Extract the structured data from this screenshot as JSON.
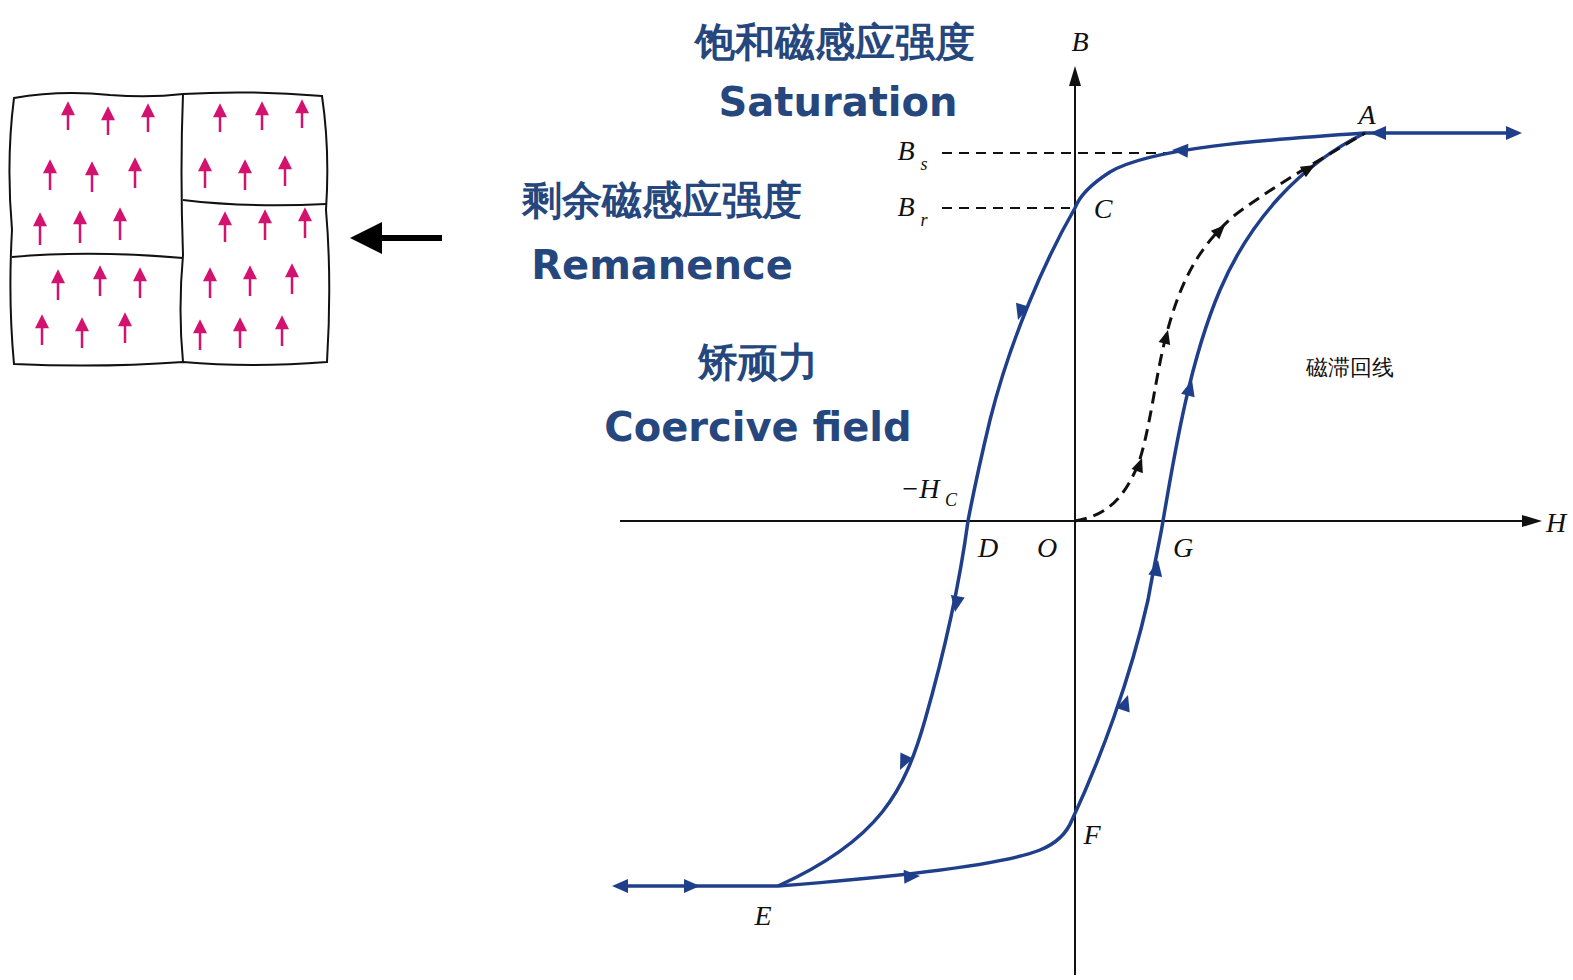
{
  "diagram": {
    "labels": [
      "饱和磁感应强度",
      "Saturation",
      "剩余磁感应强度",
      "Remanence",
      "矫顽力",
      "Coercive field",
      "B",
      "B",
      "s",
      "B",
      "r",
      "A",
      "C",
      "−H",
      "C",
      "D",
      "O",
      "G",
      "H",
      "磁滞回线",
      "F",
      "E"
    ]
  }
}
